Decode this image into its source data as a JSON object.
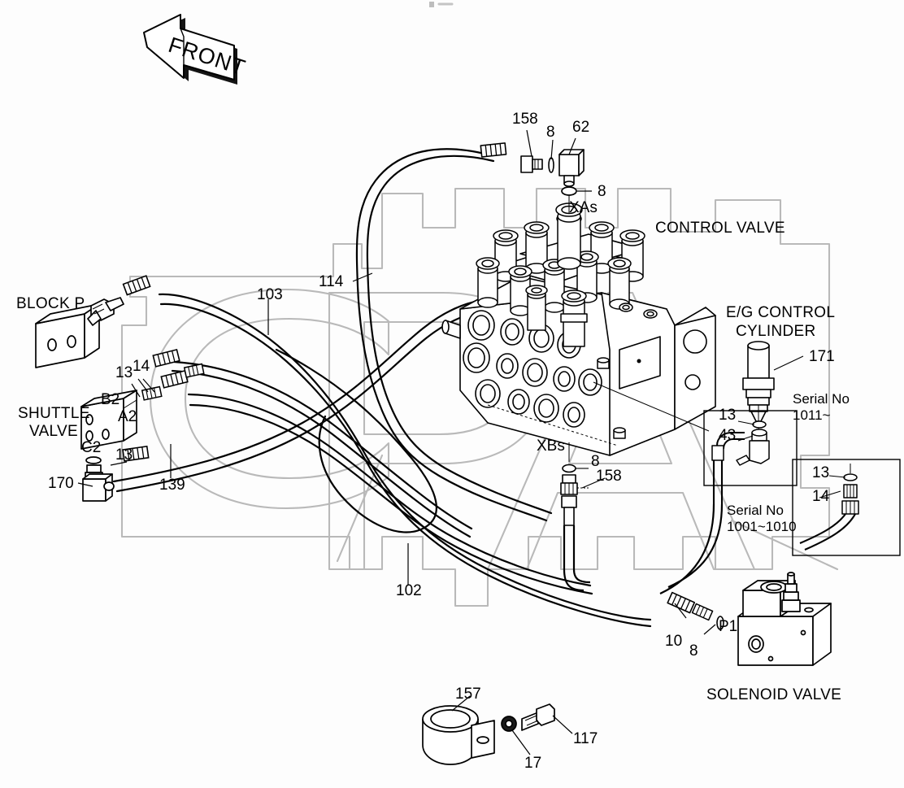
{
  "diagram": {
    "title_visible": false,
    "orientation_marker": "FRONT",
    "watermark_text": "CPA",
    "line_color": "#000000",
    "watermark_color": "#b9b9b9"
  },
  "components": {
    "control_valve": "CONTROL VALVE",
    "eg_control_cylinder_line1": "E/G CONTROL",
    "eg_control_cylinder_line2": "CYLINDER",
    "block_p": "BLOCK P",
    "shuttle_valve_line1": "SHUTTLE",
    "shuttle_valve_line2": "VALVE",
    "solenoid_valve": "SOLENOID VALVE"
  },
  "ports": {
    "xas": "XAs",
    "xbs": "XBs",
    "b2": "B2",
    "a2": "A2",
    "c2": "C2",
    "p1": "P1"
  },
  "part_numbers": {
    "top_fitting": "158",
    "top_washer": "8",
    "top_elbow": "62",
    "xas_oring": "8",
    "hose_114": "114",
    "hose_103": "103",
    "hose_102": "102",
    "hose_139": "139",
    "shuttle_13_a": "13",
    "shuttle_14": "14",
    "shuttle_13_b": "13",
    "valve_170": "170",
    "xbs_oring": "8",
    "xbs_fitting": "158",
    "cyl_171": "171",
    "inset1_13": "13",
    "inset1_43": "43",
    "inset2_13": "13",
    "inset2_14": "14",
    "sol_10": "10",
    "sol_8": "8",
    "clamp_157": "157",
    "washer_17": "17",
    "bolt_117": "117"
  },
  "serial_notes": {
    "inset1_line1": "Serial No",
    "inset1_line2": "1011~",
    "inset2_line1": "Serial No",
    "inset2_line2": "1001~1010"
  }
}
